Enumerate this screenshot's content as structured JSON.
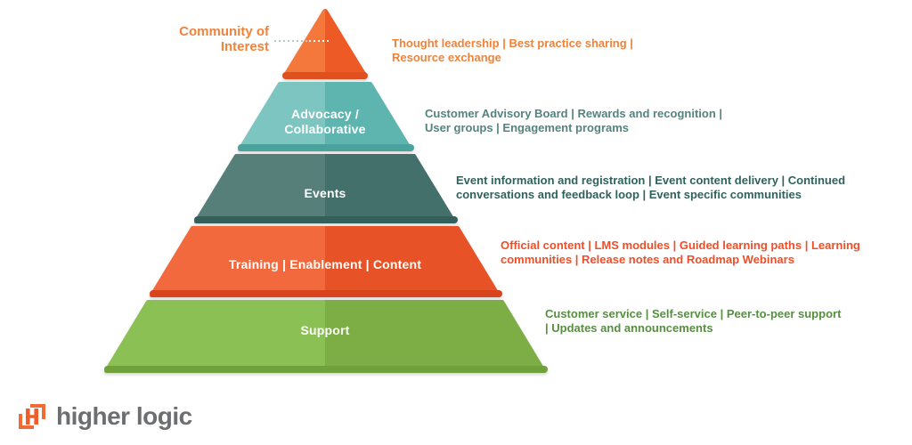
{
  "diagram": {
    "type": "pyramid",
    "levels": [
      {
        "id": "community-of-interest",
        "label": "Community of Interest",
        "annotation_lines": [
          "Thought leadership | Best practice sharing |",
          "Resource exchange"
        ],
        "colors": {
          "left": "#F4783C",
          "right": "#ED5A26",
          "base": "#E0501F",
          "text": "#F0833C"
        }
      },
      {
        "id": "advocacy-collaborative",
        "label": "Advocacy / Collaborative",
        "annotation_lines": [
          "Customer Advisory Board | Rewards and recognition |",
          "User groups | Engagement programs"
        ],
        "colors": {
          "left": "#7CC5C0",
          "right": "#5EB5B0",
          "base": "#49A29C",
          "text": "#53837E"
        }
      },
      {
        "id": "events",
        "label": "Events",
        "annotation_lines": [
          "Event information and registration | Event content delivery | Continued",
          "conversations and feedback loop | Event specific communities"
        ],
        "colors": {
          "left": "#577F7A",
          "right": "#44706B",
          "base": "#33605B",
          "text": "#30625D"
        }
      },
      {
        "id": "training-enablement-content",
        "label": "Training | Enablement | Content",
        "annotation_lines": [
          "Official content | LMS modules | Guided learning paths | Learning",
          "communities | Release notes and Roadmap Webinars"
        ],
        "colors": {
          "left": "#F1693D",
          "right": "#E85227",
          "base": "#D8451C",
          "text": "#F04E28"
        }
      },
      {
        "id": "support",
        "label": "Support",
        "annotation_lines": [
          "Customer service | Self-service | Peer-to-peer support",
          "| Updates and announcements"
        ],
        "colors": {
          "left": "#8BC055",
          "right": "#7CAE45",
          "base": "#6FA03A",
          "text": "#568F40"
        }
      }
    ]
  },
  "logo": {
    "text": "higher logic",
    "icon": "higher-logic-h-icon",
    "orange": "#F05C28",
    "gray": "#6D6E71"
  }
}
